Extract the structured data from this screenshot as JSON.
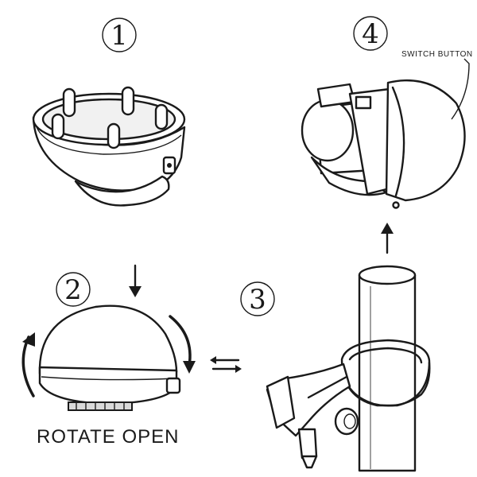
{
  "steps": [
    {
      "number": "1"
    },
    {
      "number": "2"
    },
    {
      "number": "3"
    },
    {
      "number": "4"
    }
  ],
  "labels": {
    "rotate_open": "ROTATE OPEN",
    "switch_button": "SWITCH BUTTON"
  }
}
